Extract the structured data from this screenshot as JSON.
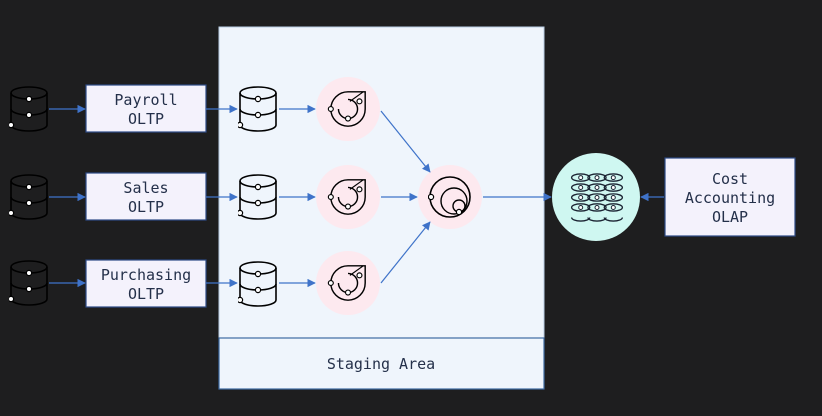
{
  "sources": [
    {
      "line1": "Payroll",
      "line2": "OLTP"
    },
    {
      "line1": "Sales",
      "line2": "OLTP"
    },
    {
      "line1": "Purchasing",
      "line2": "OLTP"
    }
  ],
  "staging": {
    "label": "Staging Area"
  },
  "target": {
    "line1": "Cost",
    "line2": "Accounting",
    "line3": "OLAP"
  },
  "colors": {
    "background": "#1e1e1f",
    "box_fill": "#f4f2fc",
    "box_border": "#2d4a86",
    "staging_fill": "#eff5fc",
    "process_circle": "#fde9ef",
    "warehouse_circle": "#cff7f1",
    "arrow": "#3f73c9"
  },
  "icons": {
    "source_db": "database-cylinder-icon",
    "staging_db": "database-cylinder-icon",
    "transform": "transform-cycle-icon",
    "merge": "merge-circles-icon",
    "warehouse": "data-warehouse-stack-icon"
  }
}
